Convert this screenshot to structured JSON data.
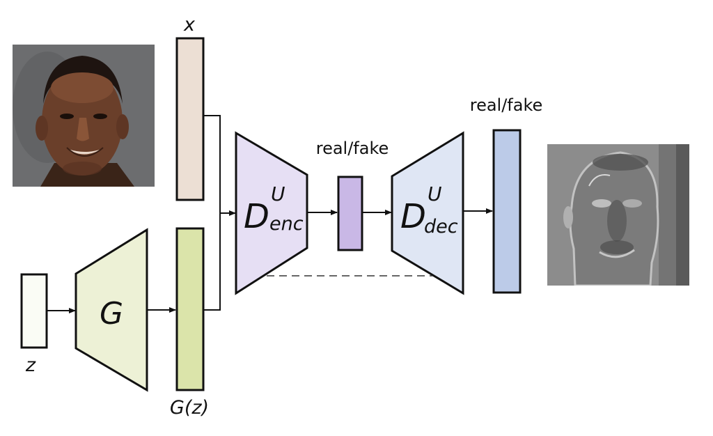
{
  "figure": {
    "type": "U-Net GAN architecture diagram",
    "labels": {
      "x": "x",
      "z": "z",
      "G": "G",
      "Gz": "G(z)",
      "D_base": "D",
      "D_sup": "U",
      "enc_sub": "enc",
      "dec_sub": "dec",
      "real_fake_middle": "real/fake",
      "real_fake_right": "real/fake"
    },
    "images": {
      "input_photo": "face-photograph",
      "output_map": "per-pixel-decision-map"
    },
    "colors": {
      "x_block": "#ecdfd4",
      "z_block": "#fafcf5",
      "generator": "#edf1d6",
      "gz_block": "#dbe4aa",
      "encoder": "#e6dff4",
      "bottleneck": "#c9b8e6",
      "decoder": "#dfe6f4",
      "output_block": "#bccbe8",
      "stroke": "#111111"
    }
  }
}
